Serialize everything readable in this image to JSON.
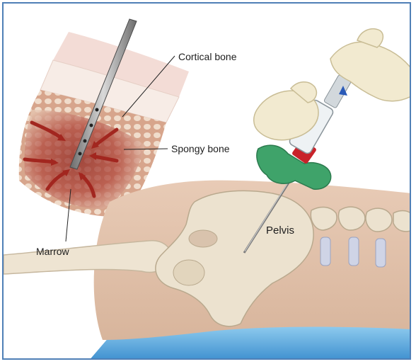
{
  "labels": {
    "cortical_bone": "Cortical bone",
    "spongy_bone": "Spongy bone",
    "marrow": "Marrow",
    "pelvis": "Pelvis"
  },
  "colors": {
    "frame_border": "#4f7fb6",
    "skin": "#f2d9d4",
    "spongy_bone": "#e8c9b0",
    "marrow_red": "#a3322a",
    "pelvis_bone": "#e8dcc6",
    "body_skin": "#e3c7b2",
    "needle_hub": "#3fa36a",
    "syringe_red": "#c8232a",
    "glove": "#f0e8c8",
    "table_blue": "#5aa9e0"
  }
}
